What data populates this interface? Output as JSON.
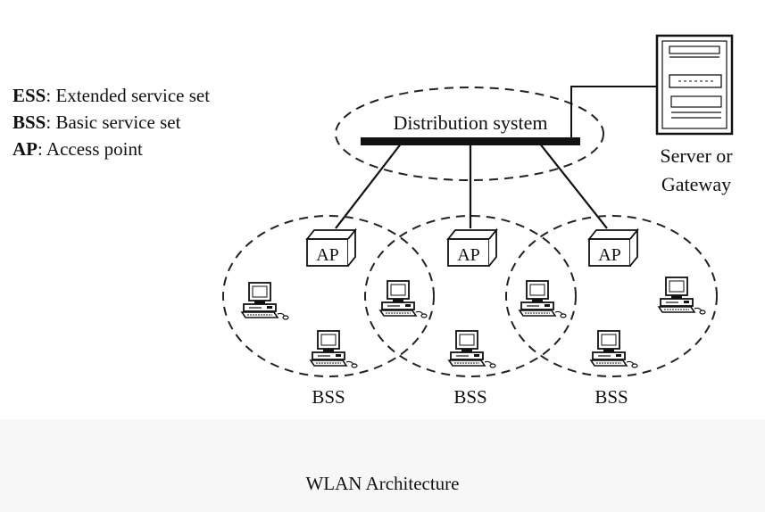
{
  "legend": [
    {
      "abbr": "ESS",
      "desc": ": Extended service set"
    },
    {
      "abbr": "BSS",
      "desc": ": Basic service set"
    },
    {
      "abbr": "AP",
      "desc": ": Access point"
    }
  ],
  "distribution_label": "Distribution system",
  "server_label": [
    "Server or",
    "Gateway"
  ],
  "ap_label": "AP",
  "bss_label": "BSS",
  "caption": "WLAN Architecture"
}
